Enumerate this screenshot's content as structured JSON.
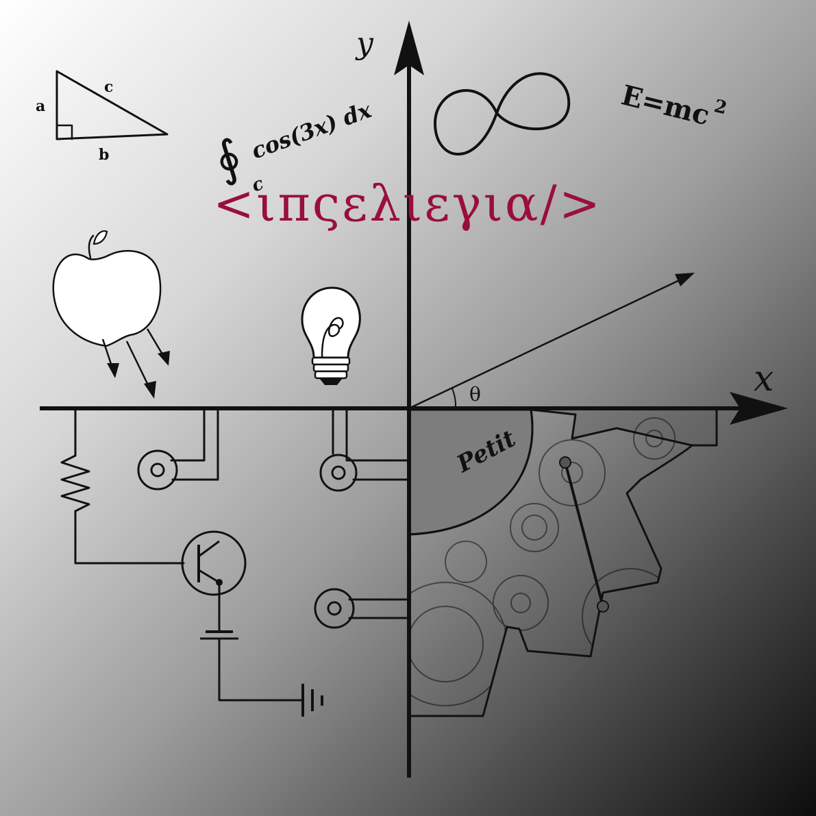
{
  "colors": {
    "title": "#9a0f3a",
    "ink": "#111111"
  },
  "title": "<ιπςελιεγια/>",
  "axes": {
    "x_label": "x",
    "y_label": "y",
    "angle_label": "θ"
  },
  "triangle": {
    "a": "a",
    "b": "b",
    "c": "c"
  },
  "integral": {
    "symbol": "∮",
    "subscript": "c",
    "expression": "cos(3x) dx"
  },
  "equation": {
    "base": "E=mc",
    "exponent": "2"
  },
  "gear_text": "Petit",
  "icons": [
    "right-triangle-icon",
    "infinity-icon",
    "apple-icon",
    "lightbulb-icon",
    "resistor-icon",
    "transistor-icon",
    "battery-icon",
    "ground-icon",
    "gear-icon"
  ]
}
